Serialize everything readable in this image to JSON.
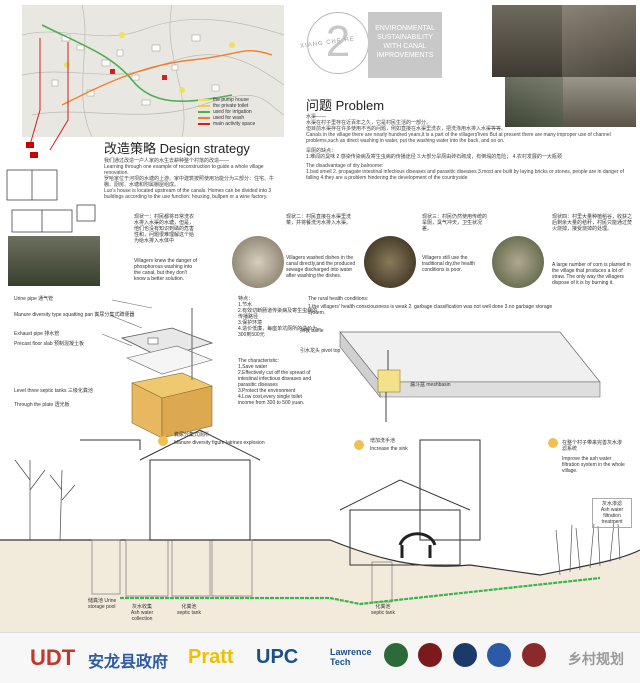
{
  "map_legend": [
    {
      "label": "the pump house",
      "color": "#f0e060"
    },
    {
      "label": "the private toilet",
      "color": "#e8d040"
    },
    {
      "label": "used for irrigation",
      "color": "#4caf50"
    },
    {
      "label": "used for wash",
      "color": "#f08030"
    },
    {
      "label": "main activity space",
      "color": "#d02020"
    }
  ],
  "badge": {
    "number": "2",
    "ring_text": "XIANG CHE HE"
  },
  "header_block": {
    "lines": [
      "ENVIRONMENTAL",
      "SUSTAINABILITY",
      "WITH CANAL",
      "IMPROVEMENTS"
    ]
  },
  "strategy": {
    "title": "改造策略 Design strategy",
    "paragraphs": [
      "我们通过改造一户人家的水生去耕种整个村落的改造——",
      "Learning through one example of reconstruction to guide a whole village renovation.",
      "罗哈家位于河坝的水塘的上游。家中建筑按照使用功能分为三部分：住宅、牛棚、厨房、水塘和附属棚屋组成。",
      "Luo's house is located upstream of the canals. Homes can be divided into 3 buildings according to the use function: housing, bullpen or a wine factory."
    ]
  },
  "problem": {
    "title": "问题 Problem",
    "paragraphs": [
      "水渠——",
      "水渠在村子里存在近百年之久，它是村民生活的一部分。",
      "但目前水渠存在许多使用不当的问题，例如直接在水渠里洗衣，把洗涤用水排入水渠等等。",
      "Canals in the village there are nearly hundred years,it is a part of the villagers'lives But at present there are many improper use of channel problems,such as direct washing in water, put the washing water into the back, and so on.",
      "旱厕的缺点：",
      "1.难闻的臭味 2.感染传染病及寄生虫病的传播途径 3.大部分旱厕由砖石砌成，有倒塌的危险； 4.农村发展的一大瓶颈",
      "The disadvantage of dry balroome:",
      "1.bad smell  2. propagate intestinal infectious diseases and parasitic diseases  3.most are built by laying bricks or stones, people are in danger of falling  4.they are a problem hindering the development of the countryside"
    ]
  },
  "stages": [
    {
      "cn": "现状一：村民都将日常洗衣水排入水渠的水塘，但是，他们也没有知识到磷的危害性和，问题很难理解这个给为给水排入水体中",
      "en": "Villagers knew the danger of phosphorous washing into the canal, but they don't know a better solution."
    },
    {
      "cn": "现状二：村民直接在水渠里洗菜，并将餐洗污水排入水渠。",
      "en": "Villagers washed dishes in the canal directly,and the produced sewage discharged into water after washing the dishes."
    },
    {
      "cn": "现状三：村民仍然使用传统的旱厕，臭气冲天，卫生状况差。",
      "en": "Villagers still use the traditional dry,the health conditions is poor."
    },
    {
      "cn": "现状四：村里大量种植稻谷，收获之后剩余大量的秸秆，村民只能通过焚火烧掉，接受烧掉的处理。",
      "en": "A large number of corn is planted in the village that produces a lot of straw. The only way the villagers dispose of it is by burning it."
    }
  ],
  "labels": {
    "urine_pipe": "Urine pipe  通气管",
    "manure_pan": "Manure diversity type squatting pan  粪尿分集式蹲便器",
    "exhaust_pipe": "Exhaust pipe  排水管",
    "floor_slab": "Precast floor slab  预制混凝土板",
    "septic": "Level three septic tanks  三级化粪池",
    "plate": "Through the plate  透光板",
    "rural_health_title": "The rural health conditions:",
    "rural_health": "1.the villagers' health consciousness is weak  2. garbage classification was not well done  3.no garbage storage system.",
    "baffle": "挡板  baffle",
    "pipe_top": "引水龙头  pivot top",
    "mesh_basin": "漏斗盆  meshbasin",
    "step1_cn": "粪尿分集式厕所",
    "step1_en": "Manure diversity figure latrines explosion",
    "step2_cn": "增加洗手池",
    "step2_en": "Increase the sink",
    "step3_cn": "在整个村子带来完善灰水渗滤系统",
    "step3_en": "Improve the ash water filtration system in the whole village.",
    "manure_pool": "储粪池 Urine storage pool",
    "ash_tank_cn": "灰水收集",
    "ash_tank_en": "Ash water collection",
    "septic_tank_cn": "化粪池",
    "septic_tank_en": "septic tank",
    "septic_tank2_cn": "化粪池",
    "septic_tank2_en": "septic tank",
    "gray_water_cn": "灰水渗滤",
    "gray_water_en": "Ash water filtration treatment"
  },
  "features": {
    "cn": "特点：\n1.节水\n2.有效切断肠道传染病及寄生虫病的传播路径\n3.保护环境\n4.造价低廉，每座单坑厕所的造价为300到500元",
    "en": "The characteristic:\n1.Save water\n2.Effectively cut off the spread of intestinal infectious diseases and parasitic diseases\n3.Protect the environment\n4.Low cost,every single toilet income from 300 to 500 yuan."
  },
  "logos": [
    "UDT",
    "安龙县政府",
    "Pratt",
    "UPC",
    "Lawrence Tech",
    "乡村规划"
  ]
}
